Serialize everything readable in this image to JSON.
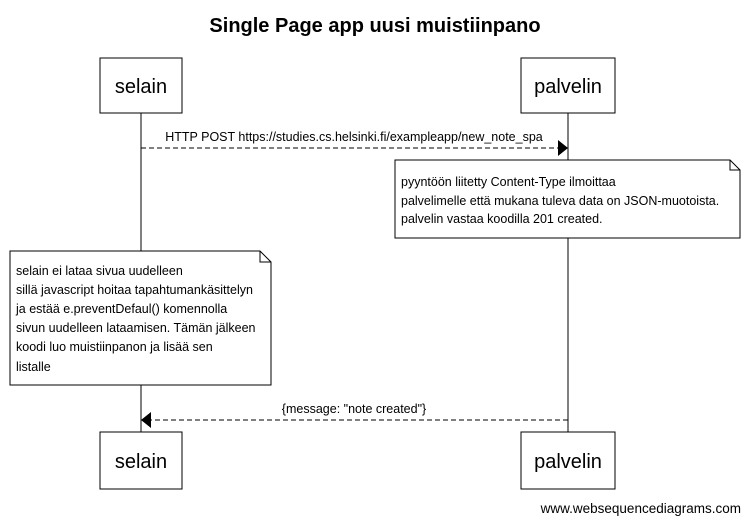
{
  "title": "Single Page app uusi muistiinpano",
  "participants": {
    "browser": "selain",
    "server": "palvelin"
  },
  "messages": {
    "post_request": "HTTP POST https://studies.cs.helsinki.fi/exampleapp/new_note_spa",
    "response": "{message: \"note created\"}"
  },
  "notes": {
    "server_note": [
      "pyyntöön liitetty Content-Type ilmoittaa",
      "palvelimelle että mukana tuleva data on JSON-muotoista.",
      "palvelin vastaa koodilla 201 created."
    ],
    "browser_note": [
      "selain ei lataa sivua uudelleen",
      "sillä javascript hoitaa tapahtumankäsittelyn",
      "ja estää e.preventDefaul() komennolla",
      "sivun uudelleen lataamisen. Tämän jälkeen",
      "koodi luo muistiinpanon ja lisää sen",
      "listalle"
    ]
  },
  "footer": "www.websequencediagrams.com"
}
